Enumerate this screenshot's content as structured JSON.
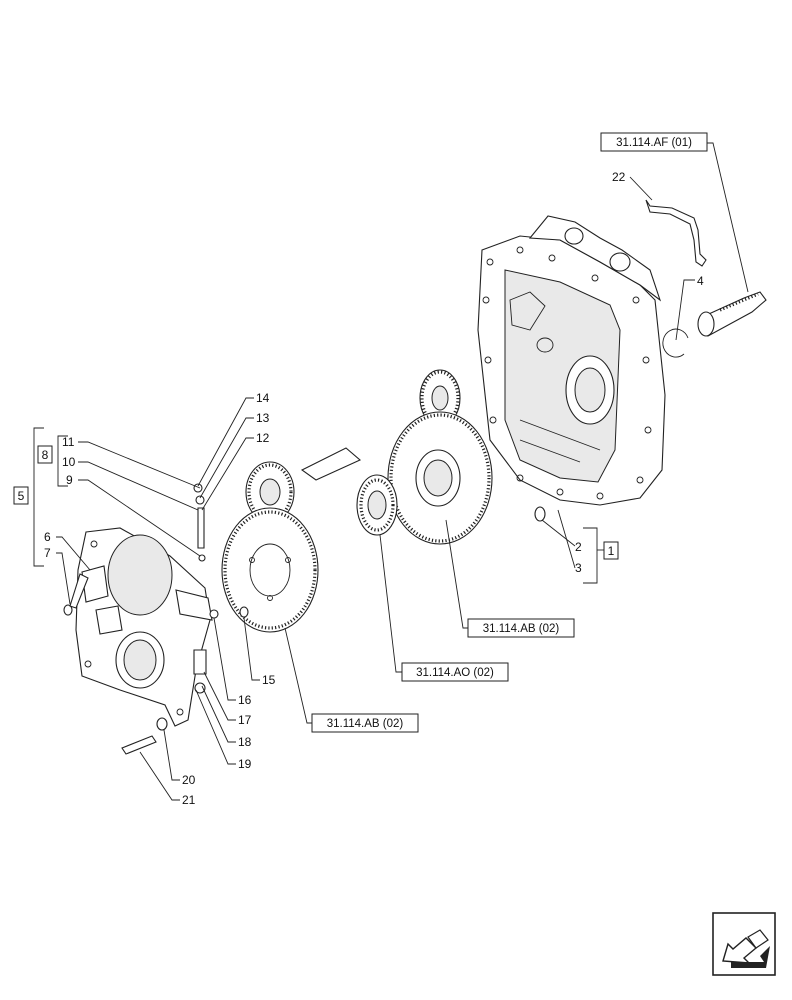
{
  "refs": {
    "af01": "31.114.AF (01)",
    "ab02_a": "31.114.AB (02)",
    "ao02": "31.114.AO (02)",
    "ab02_b": "31.114.AB (02)"
  },
  "callouts": {
    "n1": "1",
    "n2": "2",
    "n3": "3",
    "n4": "4",
    "n5": "5",
    "n6": "6",
    "n7": "7",
    "n8": "8",
    "n9": "9",
    "n10": "10",
    "n11": "11",
    "n12": "12",
    "n13": "13",
    "n14": "14",
    "n15": "15",
    "n16": "16",
    "n17": "17",
    "n18": "18",
    "n19": "19",
    "n20": "20",
    "n21": "21",
    "n22": "22"
  },
  "icons": {
    "nav": "next-page-arrow-icon"
  }
}
